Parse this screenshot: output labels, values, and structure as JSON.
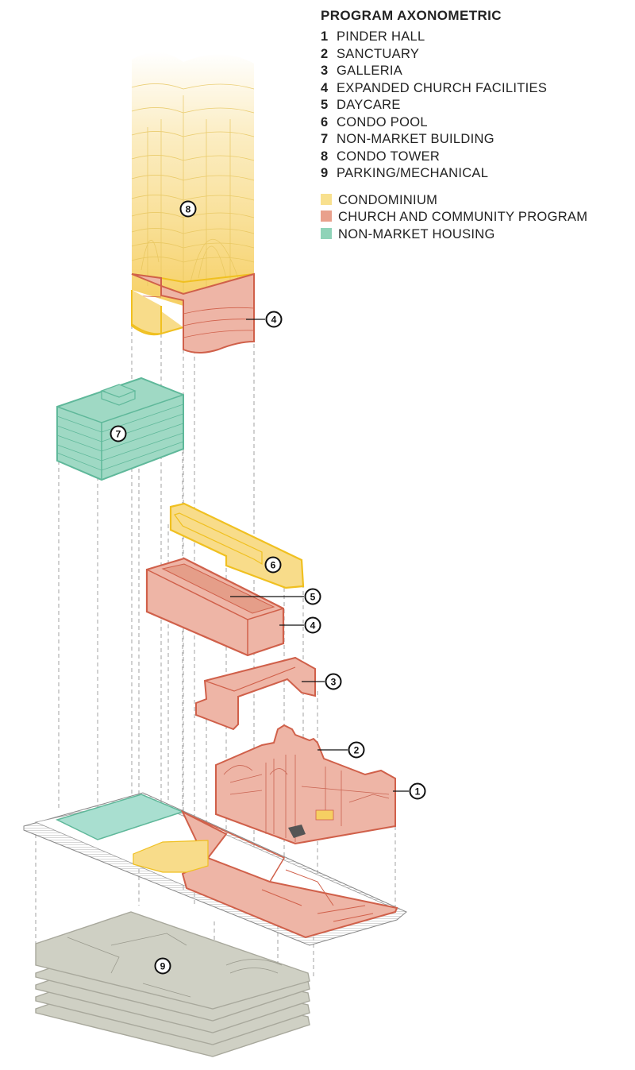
{
  "legend": {
    "title": "PROGRAM AXONOMETRIC",
    "items": [
      {
        "num": "1",
        "label": "PINDER HALL"
      },
      {
        "num": "2",
        "label": "SANCTUARY"
      },
      {
        "num": "3",
        "label": "GALLERIA"
      },
      {
        "num": "4",
        "label": "EXPANDED CHURCH FACILITIES"
      },
      {
        "num": "5",
        "label": "DAYCARE"
      },
      {
        "num": "6",
        "label": "CONDO POOL"
      },
      {
        "num": "7",
        "label": "NON-MARKET BUILDING"
      },
      {
        "num": "8",
        "label": "CONDO TOWER"
      },
      {
        "num": "9",
        "label": "PARKING/MECHANICAL"
      }
    ],
    "colors": [
      {
        "label": "CONDOMINIUM",
        "color": "#f8e08e"
      },
      {
        "label": "CHURCH AND COMMUNITY PROGRAM",
        "color": "#e9a08c"
      },
      {
        "label": "NON-MARKET HOUSING",
        "color": "#8fd3b8"
      }
    ]
  },
  "markers": [
    "1",
    "2",
    "3",
    "4",
    "4",
    "5",
    "6",
    "7",
    "8",
    "9"
  ],
  "palette": {
    "condo_fill": "#f8dc8a",
    "condo_stroke": "#f0c020",
    "church_fill": "#eeb5a6",
    "church_stroke": "#d0604a",
    "housing_fill": "#9fd9c4",
    "housing_stroke": "#5fb89a",
    "parking_fill": "#cfd0c4",
    "parking_stroke": "#a8a89c"
  }
}
